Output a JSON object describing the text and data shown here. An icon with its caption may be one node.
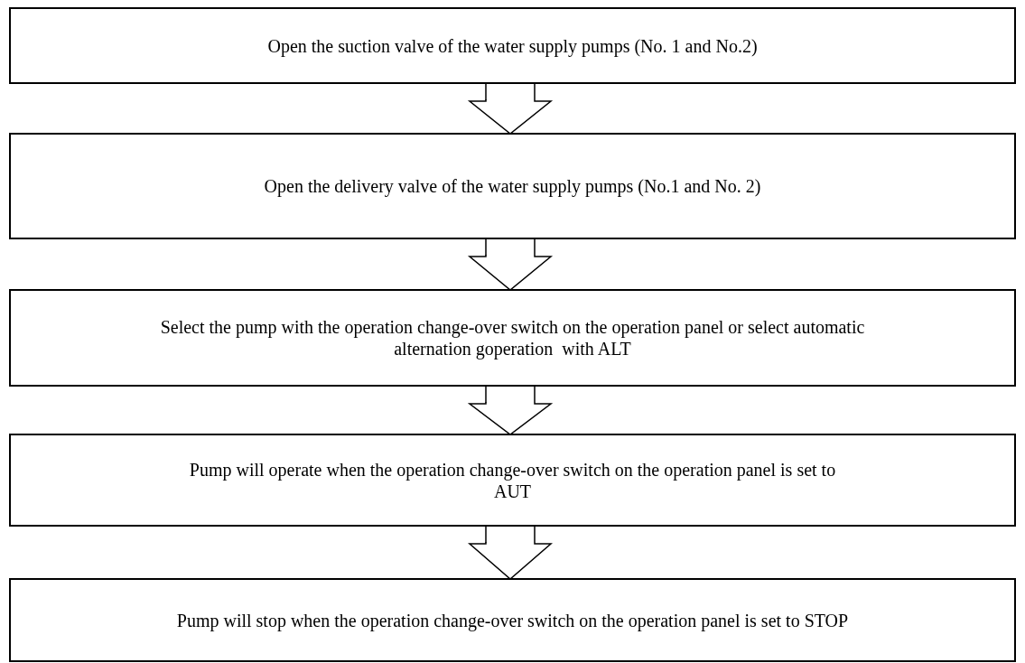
{
  "diagram": {
    "nodes": [
      {
        "text": [
          "Open the suction valve of the water supply pumps (No. 1 and No.2)"
        ]
      },
      {
        "text": [
          "Open the delivery valve of the water supply pumps (No.1 and No. 2)"
        ]
      },
      {
        "text": [
          "Select the pump with the operation change-over switch on the operation panel or select automatic alternation goperation  with ALT"
        ]
      },
      {
        "text": [
          "Pump will operate when the operation change-over switch on the operation panel is set to AUT"
        ]
      },
      {
        "text": [
          "Pump will stop when the operation change-over switch on the operation panel is set to STOP"
        ]
      }
    ],
    "edges": [
      {
        "from": 0,
        "to": 1,
        "arrow": "to"
      },
      {
        "from": 1,
        "to": 2,
        "arrow": "to"
      },
      {
        "from": 2,
        "to": 3,
        "arrow": "to"
      },
      {
        "from": 3,
        "to": 4,
        "arrow": "to"
      }
    ]
  }
}
